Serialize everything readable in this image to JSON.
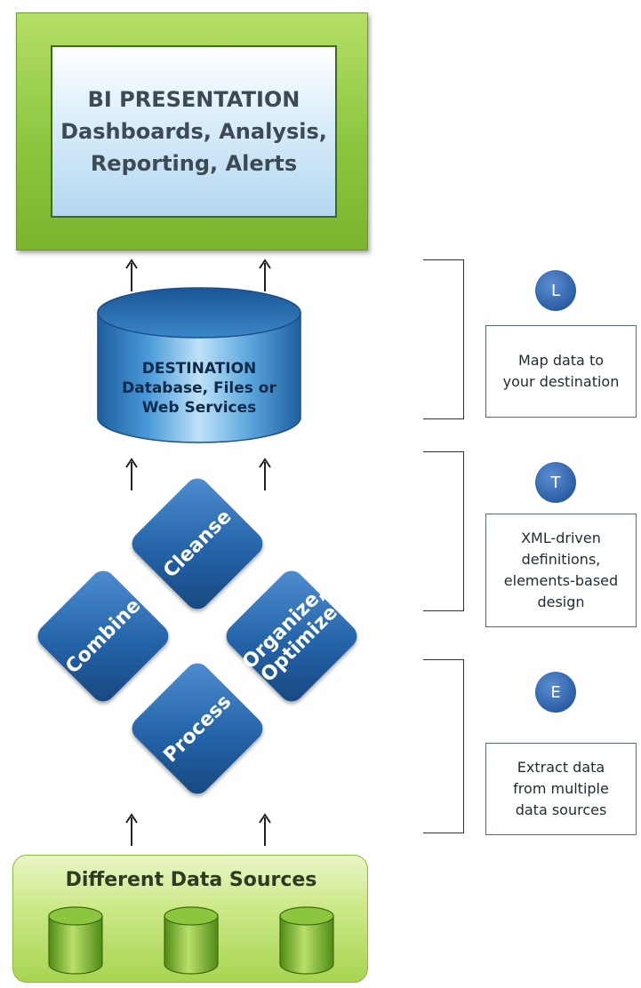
{
  "presentation": {
    "title": "BI PRESENTATION",
    "line1": "Dashboards, Analysis,",
    "line2": "Reporting, Alerts"
  },
  "destination": {
    "title": "DESTINATION",
    "line1": "Database, Files or",
    "line2": "Web Services"
  },
  "transform_steps": {
    "cleanse": "Cleanse",
    "combine": "Combine",
    "organize_line1": "Organize,",
    "organize_line2": "Optimize",
    "process": "Process"
  },
  "sources": {
    "title": "Different Data Sources"
  },
  "steps": [
    {
      "letter": "L",
      "lines": [
        "Map data to",
        "your destination"
      ]
    },
    {
      "letter": "T",
      "lines": [
        "XML-driven",
        "definitions,",
        "elements-based",
        "design"
      ]
    },
    {
      "letter": "E",
      "lines": [
        "Extract data",
        "from multiple",
        "data sources"
      ]
    }
  ],
  "colors": {
    "green_frame": "#8cc63f",
    "blue_diamond": "#2463a8",
    "step_circle": "#2b5ea6"
  }
}
